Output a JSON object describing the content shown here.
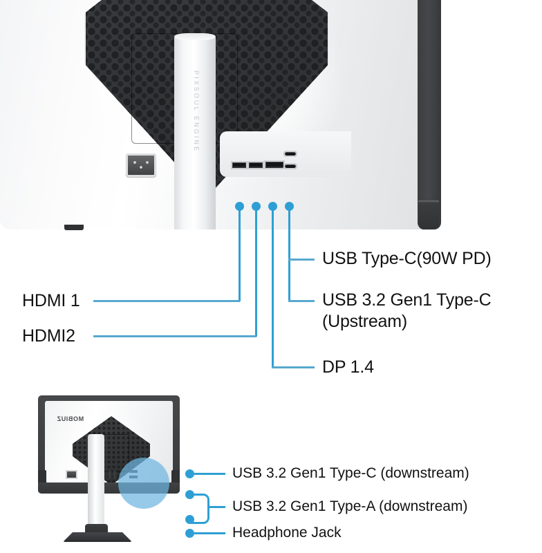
{
  "product": {
    "brand_logo": "MOBIUZ",
    "stand_text": "PIXSOUL ENGINE"
  },
  "top_diagram": {
    "name": "monitor-rear-ports-closeup",
    "callouts": [
      {
        "id": "hdmi1",
        "label": "HDMI 1",
        "side": "left"
      },
      {
        "id": "hdmi2",
        "label": "HDMI2",
        "side": "left"
      },
      {
        "id": "dp",
        "label": "DP 1.4",
        "side": "right"
      },
      {
        "id": "usbc-pd",
        "label": "USB Type-C(90W PD)",
        "side": "right"
      },
      {
        "id": "usbc-upstream",
        "label_line1": "USB 3.2 Gen1 Type-C",
        "label_line2": "(Upstream)",
        "side": "right"
      }
    ]
  },
  "bottom_diagram": {
    "name": "monitor-rear-full-view",
    "callouts": [
      {
        "id": "usbc-downstream",
        "label": "USB 3.2 Gen1 Type-C (downstream)"
      },
      {
        "id": "usba-downstream",
        "label": "USB 3.2 Gen1 Type-A (downstream)"
      },
      {
        "id": "headphone",
        "label": "Headphone Jack"
      }
    ]
  },
  "colors": {
    "accent_blue": "#2e9fd4",
    "line_blue": "#57a8cf",
    "highlight_blue": "#6fb6e0",
    "text": "#121212",
    "bezel_dark": "#3b3d3f",
    "body_light": "#f3f4f5"
  }
}
